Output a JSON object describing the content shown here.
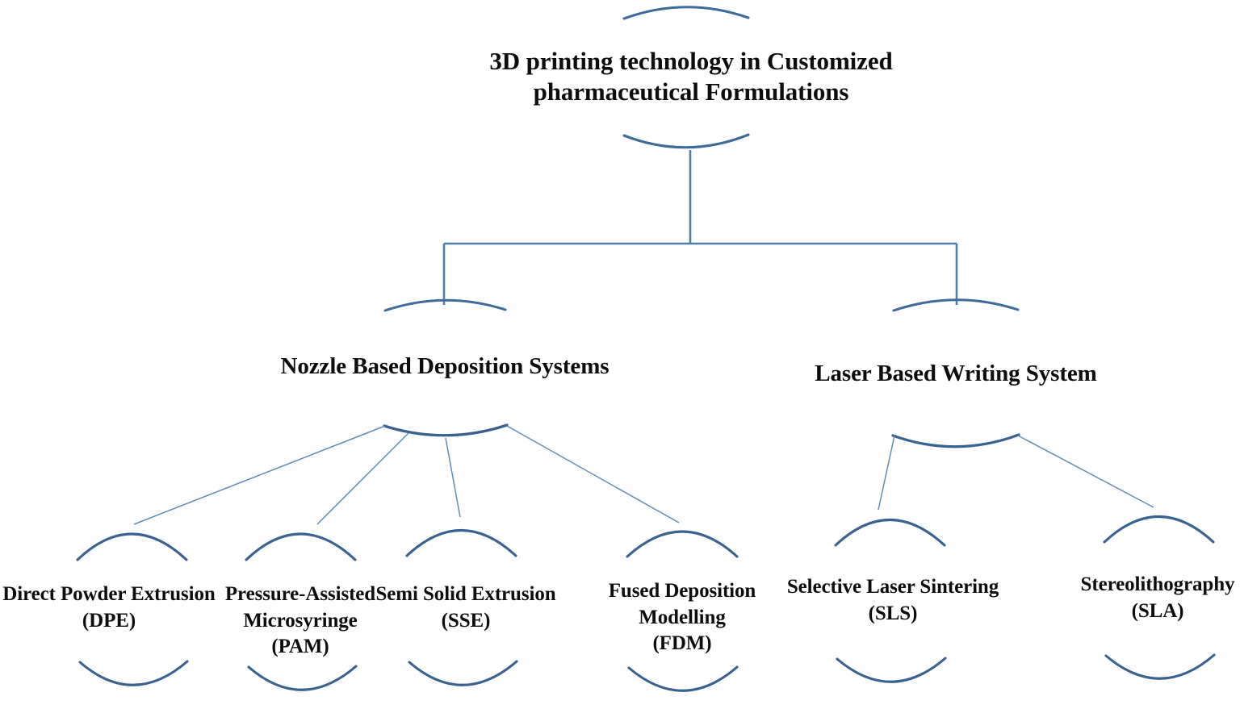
{
  "diagram": {
    "title": "3D printing technology in Customized pharmaceutical Formulations",
    "type": "hierarchy-tree",
    "accent_color": "#4f7fad",
    "arc_color_dark": "#3a6290",
    "text_color": "#0d0d0d",
    "background_color": "#ffffff"
  },
  "nodes": {
    "root": {
      "label": "3D printing technology in Customized\npharmaceutical  Formulations"
    },
    "branches": [
      {
        "id": "nozzle",
        "label": "Nozzle Based Deposition Systems"
      },
      {
        "id": "laser",
        "label": "Laser Based Writing System"
      }
    ],
    "leaves": [
      {
        "id": "dpe",
        "parent": "nozzle",
        "label": "Direct Powder Extrusion\n(DPE)"
      },
      {
        "id": "pam",
        "parent": "nozzle",
        "label": "Pressure-Assisted\nMicrosyringe\n(PAM)"
      },
      {
        "id": "sse",
        "parent": "nozzle",
        "label": "Semi Solid  Extrusion\n(SSE)"
      },
      {
        "id": "fdm",
        "parent": "nozzle",
        "label": "Fused Deposition\nModelling\n(FDM)"
      },
      {
        "id": "sls",
        "parent": "laser",
        "label": "Selective Laser Sintering\n(SLS)"
      },
      {
        "id": "sla",
        "parent": "laser",
        "label": "Stereolithography\n(SLA)"
      }
    ]
  }
}
